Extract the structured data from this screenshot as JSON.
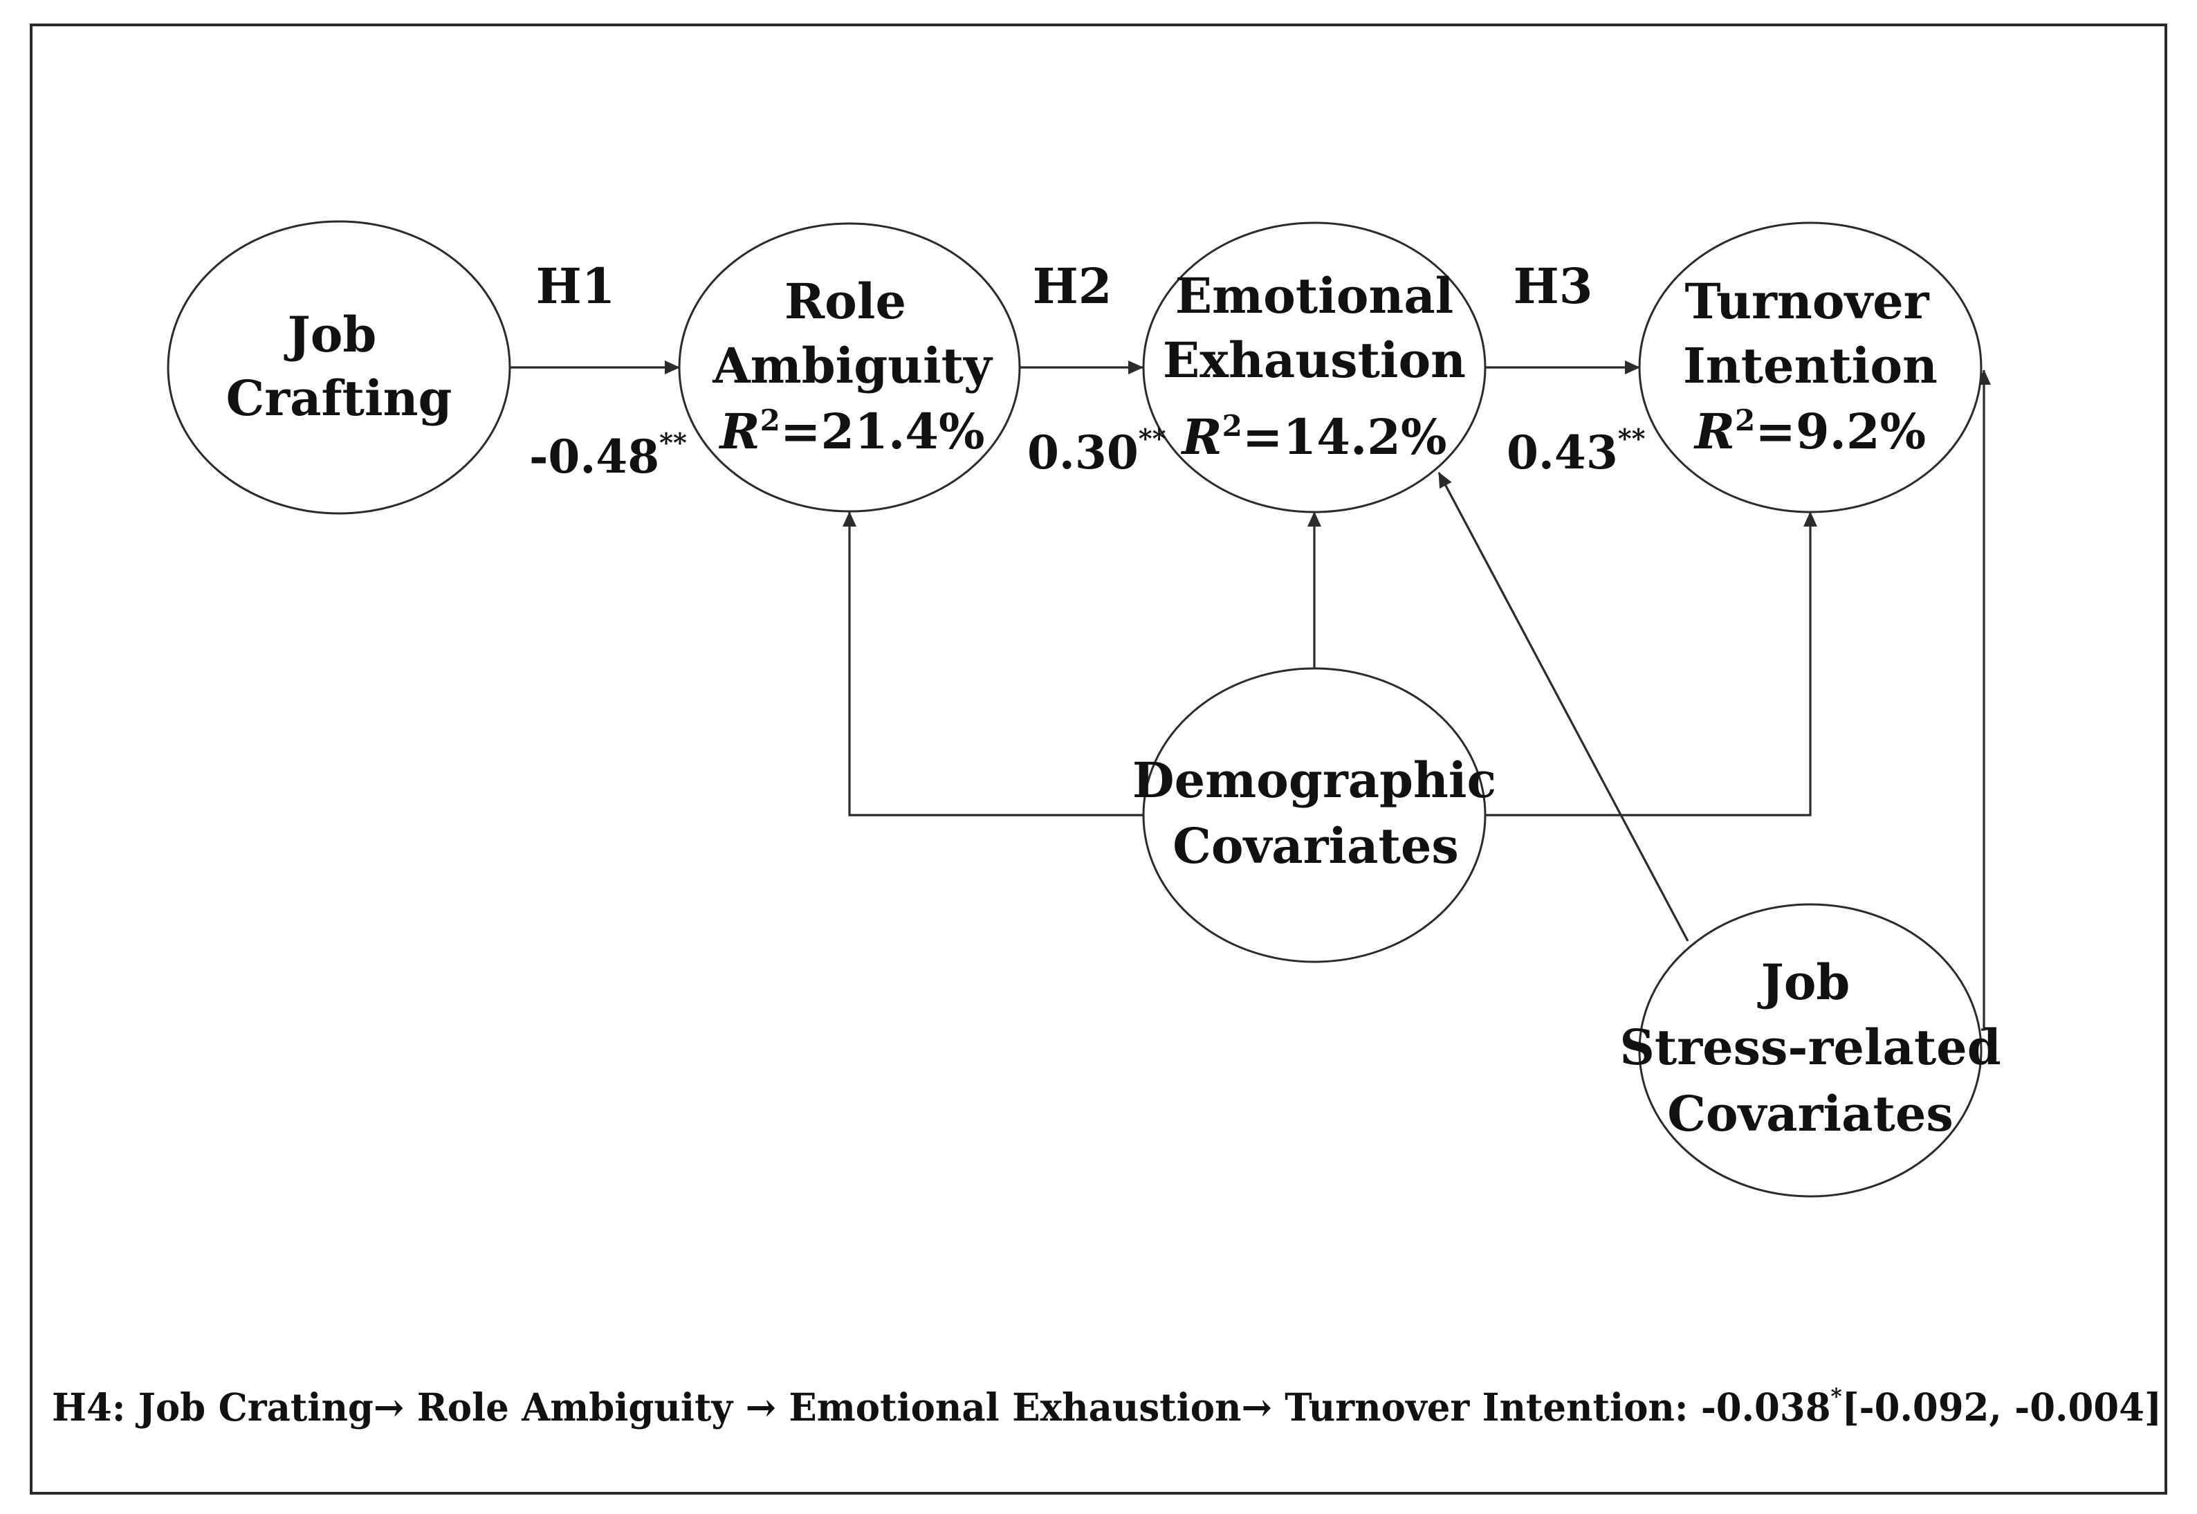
{
  "nodes": {
    "job_crafting": {
      "lines": [
        "Job",
        "Crafting"
      ]
    },
    "role_ambiguity": {
      "lines": [
        "Role",
        "Ambiguity"
      ],
      "r2_label": "R",
      "r2_sup": "2",
      "r2_value": "=21.4%"
    },
    "emotional_exhaustion": {
      "lines": [
        "Emotional",
        "Exhaustion"
      ],
      "r2_label": "R",
      "r2_sup": "2",
      "r2_value": "=14.2%"
    },
    "turnover_intention": {
      "lines": [
        "Turnover",
        "Intention"
      ],
      "r2_label": "R",
      "r2_sup": "2",
      "r2_value": "=9.2%"
    },
    "demographic_covariates": {
      "lines": [
        "Demographic",
        "Covariates"
      ]
    },
    "job_stress_covariates": {
      "lines": [
        "Job",
        "Stress-related",
        "Covariates"
      ]
    }
  },
  "paths": {
    "h1": {
      "label": "H1",
      "coef": "-0.48",
      "sig": "**"
    },
    "h2": {
      "label": "H2",
      "coef": "0.30",
      "sig": "**"
    },
    "h3": {
      "label": "H3",
      "coef": "0.43",
      "sig": "**"
    }
  },
  "footer": {
    "text": "H4: Job Crating→ Role Ambiguity → Emotional Exhaustion→ Turnover Intention: -0.038",
    "sig": "*",
    "ci": "[-0.092, -0.004]"
  },
  "colors": {
    "stroke": "#2b2b2b",
    "text": "#111111",
    "background": "#ffffff"
  }
}
